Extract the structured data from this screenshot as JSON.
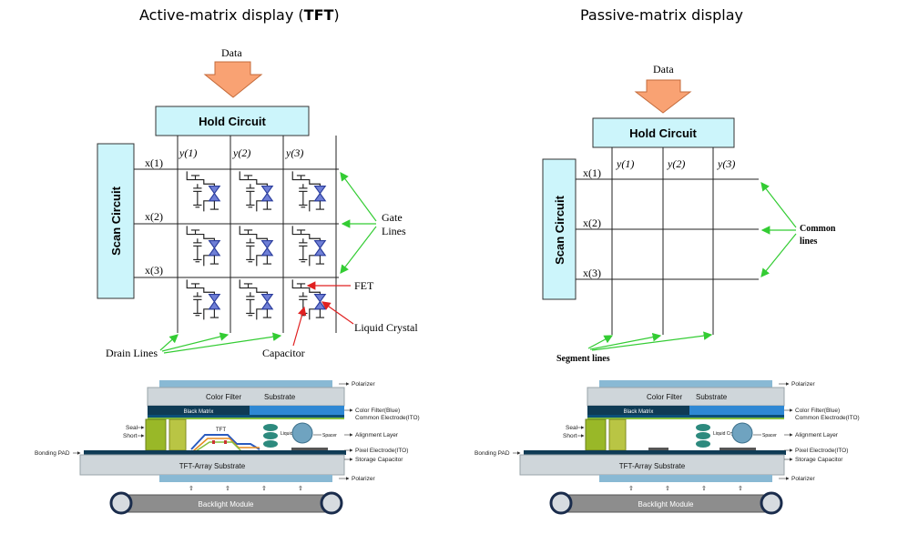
{
  "active": {
    "title_pre": "Active-matrix display (",
    "title_bold": "TFT",
    "title_post": ")",
    "data_label": "Data",
    "hold_circuit": "Hold Circuit",
    "scan_circuit": "Scan Circuit",
    "rows": [
      "x(1)",
      "x(2)",
      "x(3)"
    ],
    "cols": [
      "y(1)",
      "y(2)",
      "y(3)"
    ],
    "gate_lines_1": "Gate",
    "gate_lines_2": "Lines",
    "fet": "FET",
    "liquid_crystal": "Liquid Crystal",
    "capacitor": "Capacitor",
    "drain_lines": "Drain Lines"
  },
  "passive": {
    "title": "Passive-matrix display",
    "data_label": "Data",
    "hold_circuit": "Hold Circuit",
    "scan_circuit": "Scan Circuit",
    "rows": [
      "x(1)",
      "x(2)",
      "x(3)"
    ],
    "cols": [
      "y(1)",
      "y(2)",
      "y(3)"
    ],
    "common_lines_1": "Common",
    "common_lines_2": "lines",
    "segment_lines": "Segment lines"
  },
  "stack_left": {
    "polarizer_top": "Polarizer",
    "color_filter": "Color Filter",
    "substrate": "Substrate",
    "black_matrix": "Black Matrix",
    "color_filter_blue": "Color Filter(Blue)",
    "common_electrode": "Common Electrode(ITO)",
    "alignment_layer": "Alignment Layer",
    "seal": "Seal",
    "short": "Short",
    "tft": "TFT",
    "liquid_crystal": "Liquid Crystal",
    "spacer": "Spacer",
    "pixel_electrode": "Pixel Electrode(ITO)",
    "storage_capacitor": "Storage Capacitor",
    "bonding_pad": "Bonding PAD",
    "tft_array": "TFT-Array Substrate",
    "polarizer_bottom": "Polarizer",
    "backlight": "Backlight Module"
  },
  "stack_right": {
    "polarizer_top": "Polarizer",
    "color_filter": "Color Filter",
    "substrate": "Substrate",
    "black_matrix": "Black Matrix",
    "color_filter_blue": "Color Filter(Blue)",
    "common_electrode": "Common Electrode(ITO)",
    "alignment_layer": "Alignment Layer",
    "seal": "Seal",
    "short": "Short",
    "liquid_crystal": "Liquid Crystal",
    "spacer": "Spacer",
    "pixel_electrode": "Pixel Electrode(ITO)",
    "storage_capacitor": "Storage Capacitor",
    "bonding_pad": "Bonding PAD",
    "tft_array": "TFT-Array Substrate",
    "polarizer_bottom": "Polarizer",
    "backlight": "Backlight Module"
  },
  "colors": {
    "hold_fill": "#ccf5fb",
    "scan_fill": "#ccf5fb",
    "arrow_fill": "#f9a273",
    "annot_green": "#33cc33",
    "annot_red": "#e02020",
    "polarizer": "#89b9d4",
    "glass": "#cfd6da",
    "black_matrix": "#0f3b55",
    "blue_filter": "#2e88d4",
    "seal": "#99b828",
    "backlight": "#8d8d8d"
  }
}
